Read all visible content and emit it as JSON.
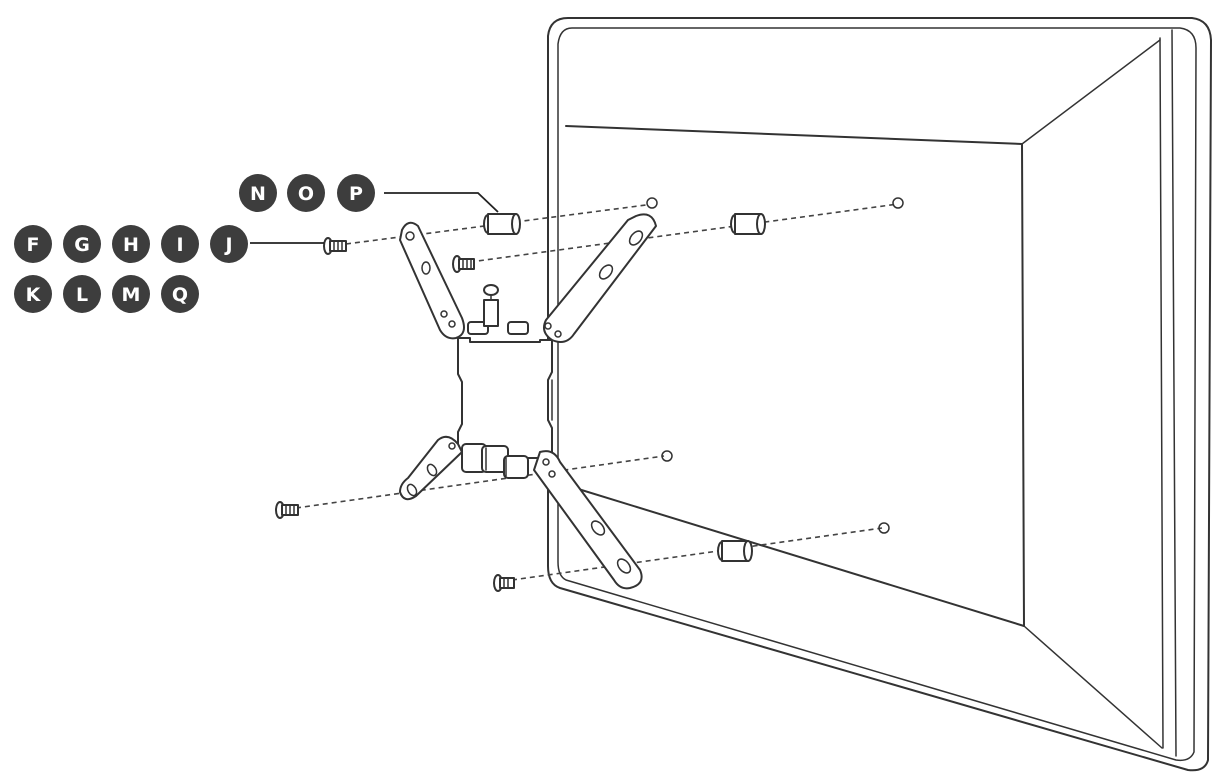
{
  "callout_top": {
    "labels": [
      "N",
      "O",
      "P"
    ]
  },
  "callout_screw": {
    "labels": [
      "F",
      "G",
      "H",
      "I",
      "J"
    ]
  },
  "callout_row3": {
    "labels": [
      "K",
      "L",
      "M",
      "Q"
    ]
  },
  "colors": {
    "badge_fill": "#3d3d3d",
    "badge_text": "#ffffff",
    "line": "#333333"
  }
}
